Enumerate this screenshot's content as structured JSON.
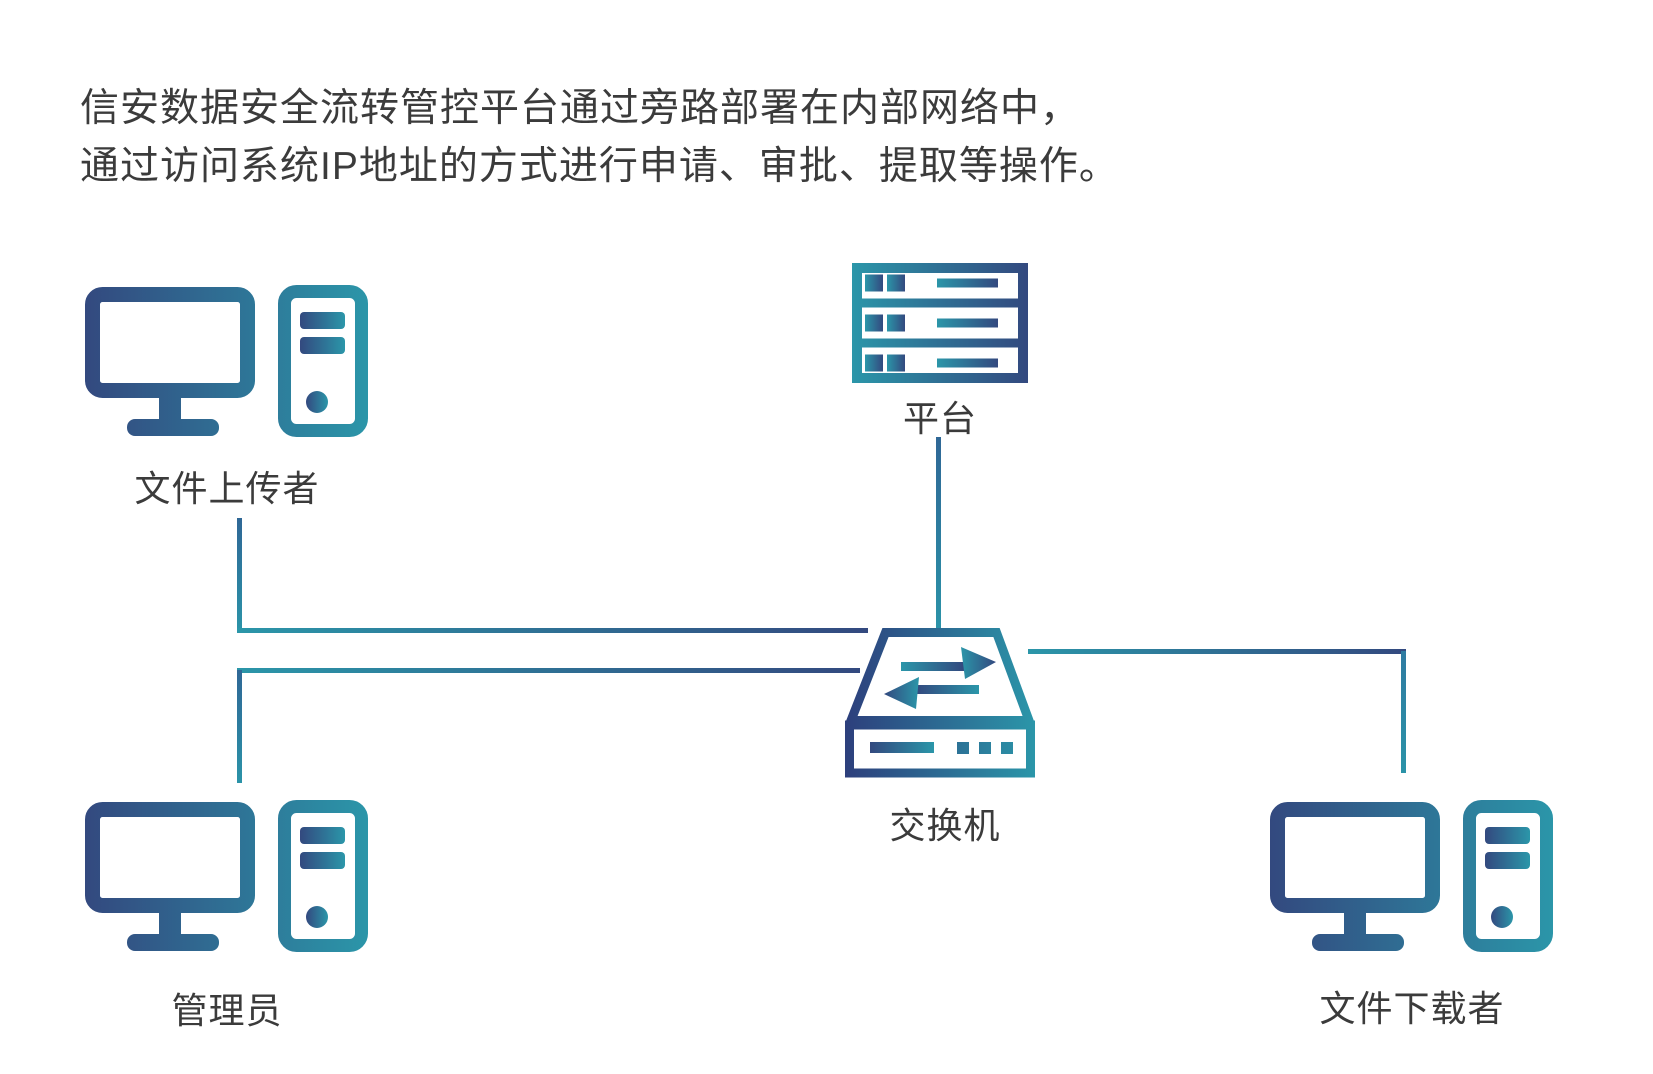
{
  "title": {
    "line1": "信安数据安全流转管控平台通过旁路部署在内部网络中，",
    "line2": "通过访问系统IP地址的方式进行申请、审批、提取等操作。"
  },
  "colors": {
    "background": "#ffffff",
    "text": "#3b3b3b",
    "navy": "#33497f",
    "teal": "#2b96a9",
    "line_steel_blue": "#2f6796"
  },
  "nodes": {
    "uploader": {
      "label": "文件上传者",
      "icon": "desktop-computer-icon"
    },
    "platform": {
      "label": "平台",
      "icon": "server-rack-icon"
    },
    "switch": {
      "label": "交换机",
      "icon": "network-switch-icon"
    },
    "admin": {
      "label": "管理员",
      "icon": "desktop-computer-icon"
    },
    "downloader": {
      "label": "文件下载者",
      "icon": "desktop-computer-icon"
    }
  },
  "connections": [
    {
      "from": "文件上传者",
      "to": "交换机"
    },
    {
      "from": "管理员",
      "to": "交换机"
    },
    {
      "from": "平台",
      "to": "交换机"
    },
    {
      "from": "交换机",
      "to": "文件下载者"
    }
  ]
}
